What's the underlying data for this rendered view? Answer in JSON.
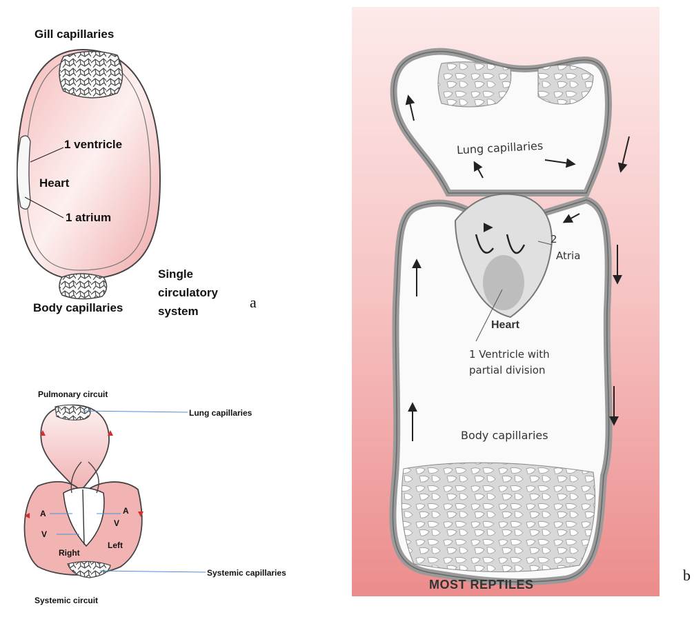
{
  "panel_a": {
    "gill_capillaries": "Gill capillaries",
    "one_ventricle": "1 ventricle",
    "heart": "Heart",
    "one_atrium": "1 atrium",
    "body_capillaries": "Body capillaries",
    "single_line1": "Single",
    "single_line2": "circulatory",
    "single_line3": "system",
    "letter": "a"
  },
  "panel_c": {
    "pulmonary_circuit": "Pulmonary circuit",
    "lung_capillaries": "Lung capillaries",
    "systemic_capillaries": "Systemic capillaries",
    "systemic_circuit": "Systemic circuit",
    "a_right": "A",
    "a_left": "A",
    "v_right": "V",
    "v_left": "V",
    "right": "Right",
    "left": "Left"
  },
  "panel_b": {
    "lung_capillaries": "Lung capillaries",
    "two": "2",
    "atria": "Atria",
    "heart": "Heart",
    "ventricle_line1": "1 Ventricle with",
    "ventricle_line2": "partial division",
    "body_capillaries": "Body capillaries",
    "caption": "MOST REPTILES",
    "letter": "b"
  },
  "colors": {
    "pink_light": "#fbe3e3",
    "pink_dark": "#e8a3a3",
    "panel_b_bg": "#ef9a9a",
    "vessel_gray": "#bdbdbd",
    "red_arrow": "#d32f2f",
    "blue_line": "#4a90d9"
  }
}
